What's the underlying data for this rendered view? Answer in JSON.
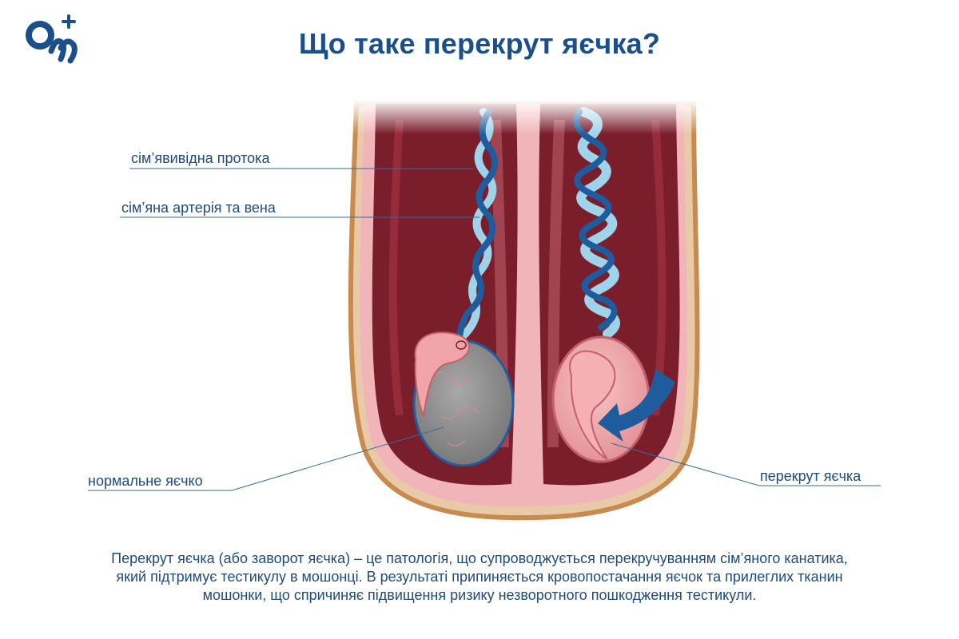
{
  "logo": {
    "text": "O",
    "icon": "om-plus-logo"
  },
  "title": "Що таке перекрут яєчка?",
  "labels": {
    "vas_deferens": "сім’явивідна протока",
    "artery_vein": "сім’яна артерія та вена",
    "normal_testicle": "нормальне яєчко",
    "torsion": "перекрут яєчка"
  },
  "description": "Перекрут яєчка (або заворот яєчка) – це патологія, що супроводжується перекручуванням сім’яного канатика, який підтримує тестикулу в мошонці. В результаті припиняється кровопостачання яєчок та прилеглих тканин мошонки, що спричиняє підвищення ризику незворотного пошкодження тестикули.",
  "colors": {
    "brand": "#1b4f8c",
    "skin": "#e8c9a8",
    "skin_dark": "#c98a4e",
    "tissue_dark": "#7a1e2c",
    "tissue_pink": "#f3b8bc",
    "testicle_gray": "#8e8e8e",
    "cord_light": "#9fd3ea",
    "cord_dark": "#1f5c9e"
  }
}
